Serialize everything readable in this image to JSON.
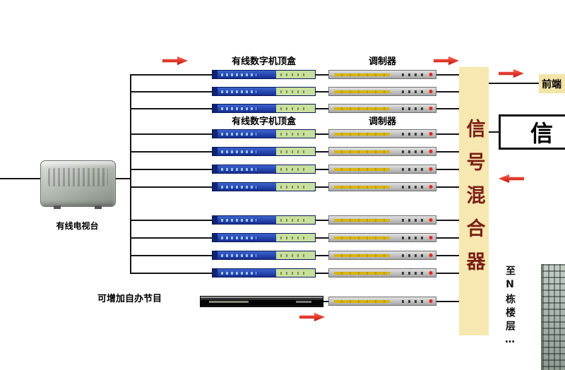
{
  "diagram": {
    "station_label": "有线电视台",
    "self_program_label": "可增加自办节目",
    "mixer_label": "信号混合器",
    "front_end_label": "前端",
    "right_box_label": "信",
    "to_floors_label": "至N栋楼层…",
    "groups": [
      {
        "stb_label": "有线数字机顶盒",
        "mod_label": "调制器",
        "rows": 3
      },
      {
        "stb_label": "有线数字机顶盒",
        "mod_label": "调制器",
        "rows": 4
      },
      {
        "stb_label": "",
        "mod_label": "",
        "rows": 4
      }
    ],
    "colors": {
      "mixer_bg": "#f6e8b0",
      "mixer_text": "#7c1f14",
      "arrow": "#d41510",
      "line": "#151515"
    }
  }
}
